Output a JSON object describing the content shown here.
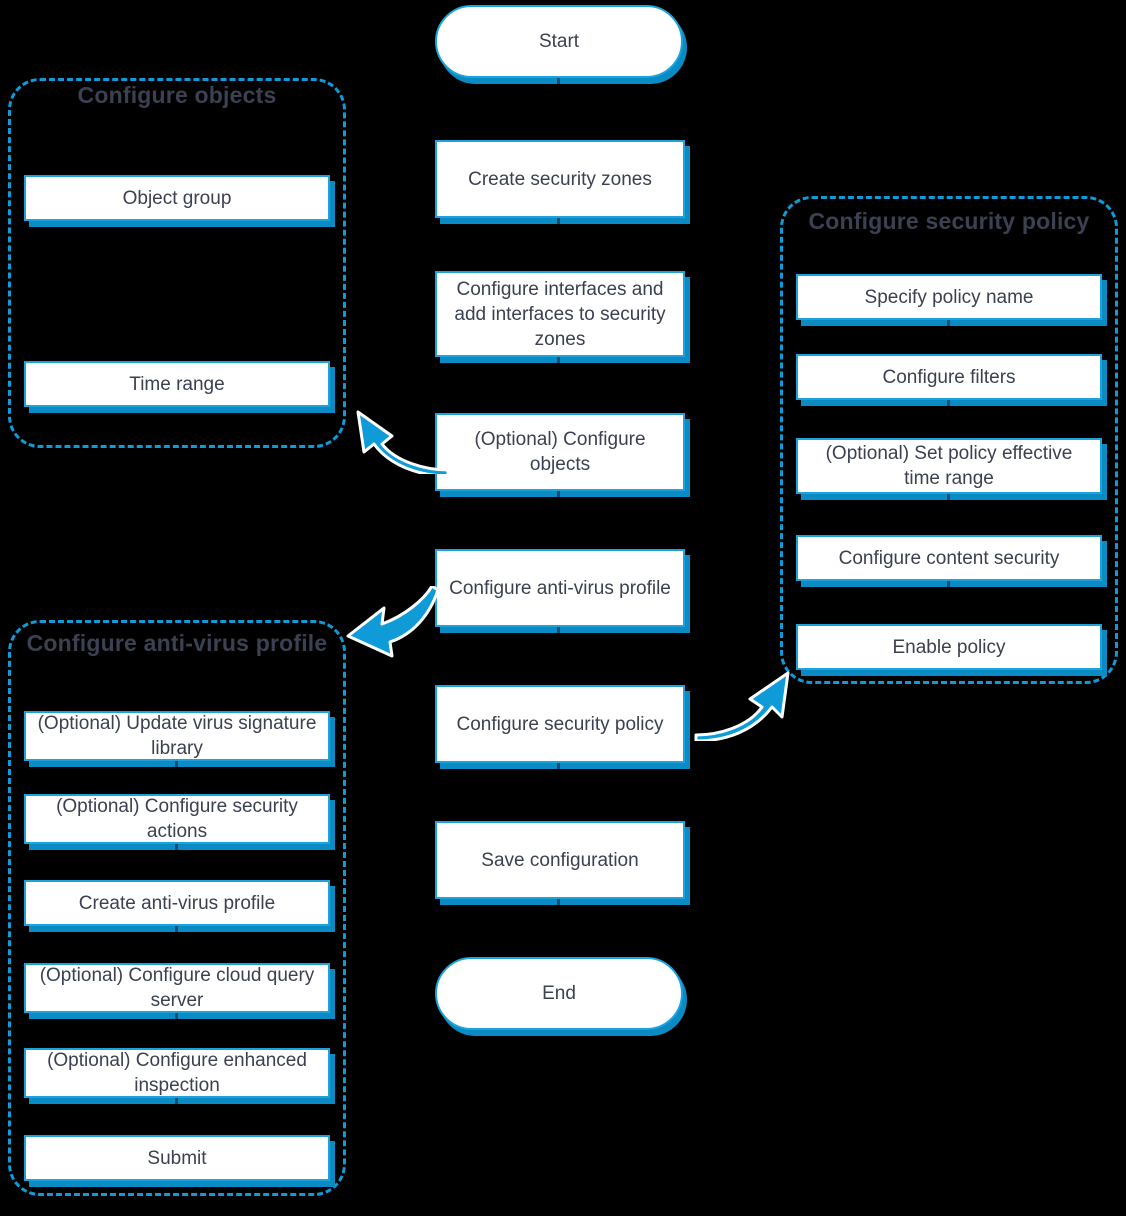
{
  "theme": {
    "background": "#000000",
    "accent": "#1ca3dd",
    "accent_dark": "#0b8bc4",
    "dash_border": "#0f9bd7",
    "text": "#3c4152",
    "node_fill": "#ffffff"
  },
  "diagram": {
    "type": "flowchart",
    "orientation": "vertical-main-with-side-groups"
  },
  "main_flow": {
    "nodes": [
      {
        "id": "start",
        "label": "Start",
        "shape": "terminator"
      },
      {
        "id": "create-security-zones",
        "label": "Create security zones",
        "shape": "process"
      },
      {
        "id": "configure-interfaces",
        "label": "Configure interfaces and add interfaces to security zones",
        "shape": "process"
      },
      {
        "id": "optional-configure-objects",
        "label": "(Optional) Configure objects",
        "shape": "process"
      },
      {
        "id": "configure-anti-virus-profile",
        "label": "Configure anti-virus profile",
        "shape": "process"
      },
      {
        "id": "configure-security-policy",
        "label": "Configure security policy",
        "shape": "process"
      },
      {
        "id": "save-configuration",
        "label": "Save configuration",
        "shape": "process"
      },
      {
        "id": "end",
        "label": "End",
        "shape": "terminator"
      }
    ]
  },
  "groups": [
    {
      "id": "configure-objects",
      "title": "Configure objects",
      "items": [
        {
          "label": "Object group"
        },
        {
          "label": "Time range"
        }
      ]
    },
    {
      "id": "configure-security-policy",
      "title": "Configure security policy",
      "items": [
        {
          "label": "Specify policy name"
        },
        {
          "label": "Configure filters"
        },
        {
          "label": "(Optional) Set policy effective time range"
        },
        {
          "label": "Configure content security"
        },
        {
          "label": "Enable policy"
        }
      ]
    },
    {
      "id": "configure-anti-virus-profile",
      "title": "Configure anti-virus profile",
      "items": [
        {
          "label": "(Optional) Update virus signature library"
        },
        {
          "label": "(Optional) Configure security actions"
        },
        {
          "label": "Create anti-virus profile"
        },
        {
          "label": "(Optional) Configure cloud query server"
        },
        {
          "label": "(Optional) Configure enhanced inspection"
        },
        {
          "label": "Submit"
        }
      ]
    }
  ],
  "connectors": [
    {
      "id": "objects-expand-arrow",
      "from": "optional-configure-objects",
      "to": "configure-objects",
      "style": "curved-arrow",
      "direction": "up-left"
    },
    {
      "id": "antivirus-expand-arrow",
      "from": "configure-anti-virus-profile",
      "to": "configure-anti-virus-profile-group",
      "style": "curved-arrow",
      "direction": "down-left"
    },
    {
      "id": "policy-expand-arrow",
      "from": "configure-security-policy",
      "to": "configure-security-policy-group",
      "style": "curved-arrow",
      "direction": "up-right"
    }
  ]
}
